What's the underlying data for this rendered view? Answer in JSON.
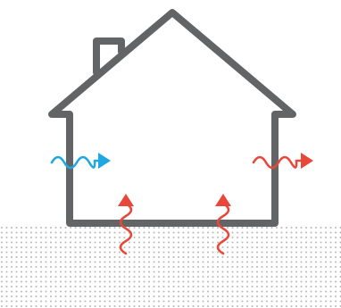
{
  "colors": {
    "house_outline": "#636466",
    "ground_dots": "#b9b9bb",
    "arrow_cold": "#1ea7e0",
    "arrow_warm": "#e8483a",
    "background": "#ffffff"
  },
  "icons": {
    "house": "house-outline-icon",
    "chimney": "chimney-icon",
    "ground": "ground-dotted-pattern",
    "cold_arrow": "wavy-arrow-right-icon",
    "warm_arrow": "wavy-arrow-icon"
  },
  "arrows": [
    {
      "name": "cold-air-inflow-arrow-left",
      "color_key": "arrow_cold",
      "direction": "right"
    },
    {
      "name": "heat-outflow-arrow-right",
      "color_key": "arrow_warm",
      "direction": "right"
    },
    {
      "name": "ground-heat-arrow-left",
      "color_key": "arrow_warm",
      "direction": "up"
    },
    {
      "name": "ground-heat-arrow-right",
      "color_key": "arrow_warm",
      "direction": "up"
    }
  ]
}
